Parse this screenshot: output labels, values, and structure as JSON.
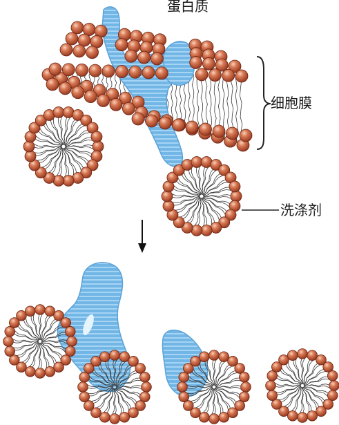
{
  "labels": {
    "protein": "蛋白质",
    "membrane": "细胞膜",
    "detergent": "洗涤剂"
  },
  "colors": {
    "head_fill": "#b0472c",
    "head_highlight": "#f3c7b0",
    "head_stroke": "#6b2412",
    "tail": "#3a3a3a",
    "protein": "#6fb3e4",
    "protein_stripe": "#9fd0f2",
    "arrow": "#111111",
    "label": "#1a1a1a"
  }
}
